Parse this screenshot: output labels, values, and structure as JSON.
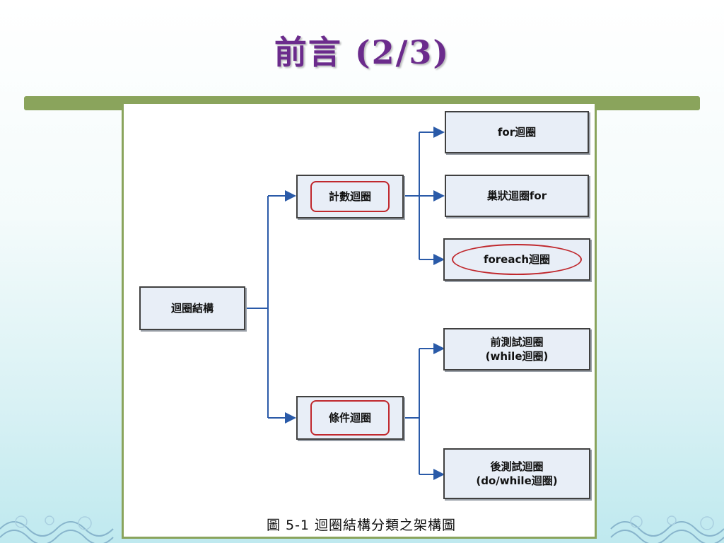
{
  "slide": {
    "title": "前言 (2/3)",
    "accent_bar_color": "#8aa45c",
    "title_color": "#6b2b8c"
  },
  "diagram": {
    "root": "迴圈結構",
    "branches": [
      {
        "label": "計數迴圈",
        "highlighted": true,
        "children": [
          {
            "label": "for迴圈",
            "highlighted": false
          },
          {
            "label": "巢狀迴圈for",
            "highlighted": false
          },
          {
            "label": "foreach迴圈",
            "highlighted": true
          }
        ]
      },
      {
        "label": "條件迴圈",
        "highlighted": true,
        "children": [
          {
            "label": "前測試迴圈\n(while迴圈)",
            "highlighted": false
          },
          {
            "label": "後測試迴圈\n(do/while迴圈)",
            "highlighted": false
          }
        ]
      }
    ],
    "highlight_color": "#c0282d",
    "connector_color": "#2a5aa8",
    "caption": "圖 5-1  迴圈結構分類之架構圖"
  }
}
